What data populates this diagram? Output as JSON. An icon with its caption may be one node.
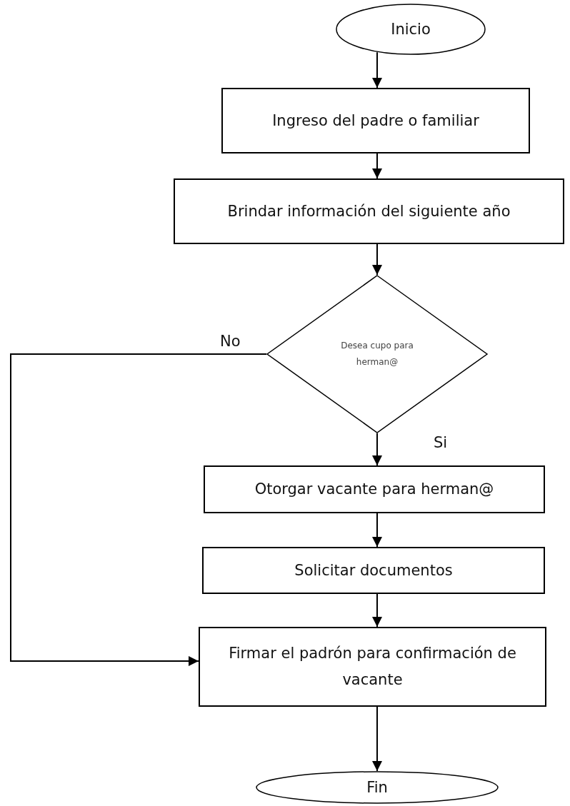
{
  "diagram": {
    "nodes": [
      {
        "text": [
          "Inicio"
        ]
      },
      {
        "text": [
          "Ingreso del padre o familiar"
        ]
      },
      {
        "text": [
          "Brindar información del siguiente año"
        ]
      },
      {
        "text": [
          "Desea cupo para herman@"
        ]
      },
      {
        "text": [
          "Otorgar vacante para herman@"
        ]
      },
      {
        "text": [
          "Solicitar documentos"
        ]
      },
      {
        "text": [
          "Firmar el padrón para confirmación de vacante"
        ]
      },
      {
        "text": [
          "Fin"
        ]
      }
    ],
    "edges": [
      {
        "from": 0,
        "to": 1,
        "arrow": "to"
      },
      {
        "from": 1,
        "to": 2,
        "arrow": "to"
      },
      {
        "from": 2,
        "to": 3,
        "arrow": "to"
      },
      {
        "from": 3,
        "to": 4,
        "arrow": "to",
        "label": "Si"
      },
      {
        "from": 4,
        "to": 5,
        "arrow": "to"
      },
      {
        "from": 5,
        "to": 6,
        "arrow": "to"
      },
      {
        "from": 3,
        "to": 6,
        "arrow": "to",
        "label": "No"
      },
      {
        "from": 6,
        "to": 7,
        "arrow": "to"
      }
    ]
  }
}
